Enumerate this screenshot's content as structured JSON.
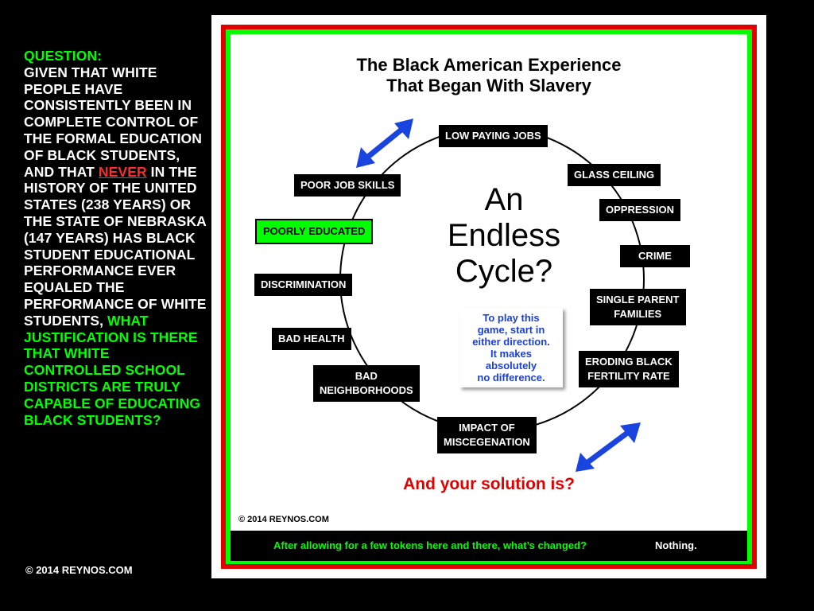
{
  "left_text": {
    "question": "QUESTION:",
    "line_a": "GIVEN THAT WHITE PEOPLE HAVE CONSISTENTLY BEEN IN COMPLETE CONTROL OF THE FORMAL EDUCATION OF BLACK STUDENTS, AND THAT",
    "never": "NEVER",
    "line_b": "IN THE HISTORY OF THE UNITED STATES (238 YEARS) OR THE STATE OF NEBRASKA (147 YEARS) HAS BLACK STUDENT EDUCATIONAL PERFORMANCE EVER EQUALED THE PERFORMANCE OF WHITE STUDENTS,",
    "line_c": "WHAT JUSTIFICATION IS THERE THAT WHITE CONTROLLED SCHOOL DISTRICTS ARE TRULY CAPABLE OF EDUCATING BLACK STUDENTS?",
    "copyright": "© 2014 REYNOS.COM"
  },
  "diagram": {
    "title_line1": "The Black American Experience",
    "title_line2": "That Began With Slavery",
    "center_line1": "An",
    "center_line2": "Endless",
    "center_line3": "Cycle?",
    "labels": {
      "low_paying_jobs": "LOW PAYING JOBS",
      "glass_ceiling": "GLASS CEILING",
      "oppression": "OPPRESSION",
      "crime": "CRIME",
      "single_parent_1": "SINGLE PARENT",
      "single_parent_2": "FAMILIES",
      "eroding_1": "ERODING BLACK",
      "eroding_2": "FERTILITY RATE",
      "impact_1": "IMPACT OF",
      "impact_2": "MISCEGENATION",
      "bad_neighborhoods_1": "BAD",
      "bad_neighborhoods_2": "NEIGHBORHOODS",
      "bad_health": "BAD HEALTH",
      "discrimination": "DISCRIMINATION",
      "poorly_educated": "POORLY EDUCATED",
      "poor_job_skills": "POOR JOB SKILLS"
    },
    "note_lines": [
      "To play this",
      "game, start in",
      "either direction.",
      "It makes",
      "absolutely",
      "no difference."
    ],
    "solution": "And your solution is?",
    "copyright": "© 2014 REYNOS.COM",
    "footer_green": "After allowing for a few tokens here and there, what’s changed?",
    "footer_white": "Nothing.",
    "colors": {
      "accent_green": "#00ff00",
      "accent_red": "#e00000",
      "arrow_blue": "#1a44e0"
    },
    "icons": [
      "double-arrow-icon"
    ]
  }
}
